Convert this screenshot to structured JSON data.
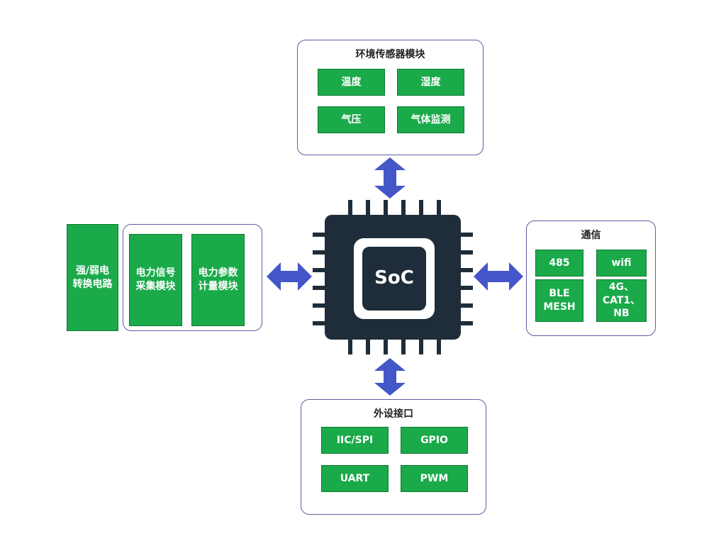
{
  "colors": {
    "module_fill": "#1aaa4a",
    "module_border": "#0d7a30",
    "panel_border": "#5a5fa0",
    "arrow": "#4457c8",
    "chip": "#1f2d3a"
  },
  "chip": {
    "label": "SoC"
  },
  "env_sensor": {
    "title": "环境传感器模块",
    "items": [
      "温度",
      "湿度",
      "气压",
      "气体监测"
    ]
  },
  "communication": {
    "title": "通信",
    "items": [
      "485",
      "wifi",
      "BLE\nMESH",
      "4G、\nCAT1、\nNB"
    ]
  },
  "peripheral": {
    "title": "外设接口",
    "items": [
      "IIC/SPI",
      "GPIO",
      "UART",
      "PWM"
    ]
  },
  "power": {
    "converter": "强/弱电\n转换电路",
    "items": [
      "电力信号\n采集模块",
      "电力参数\n计量模块"
    ]
  }
}
